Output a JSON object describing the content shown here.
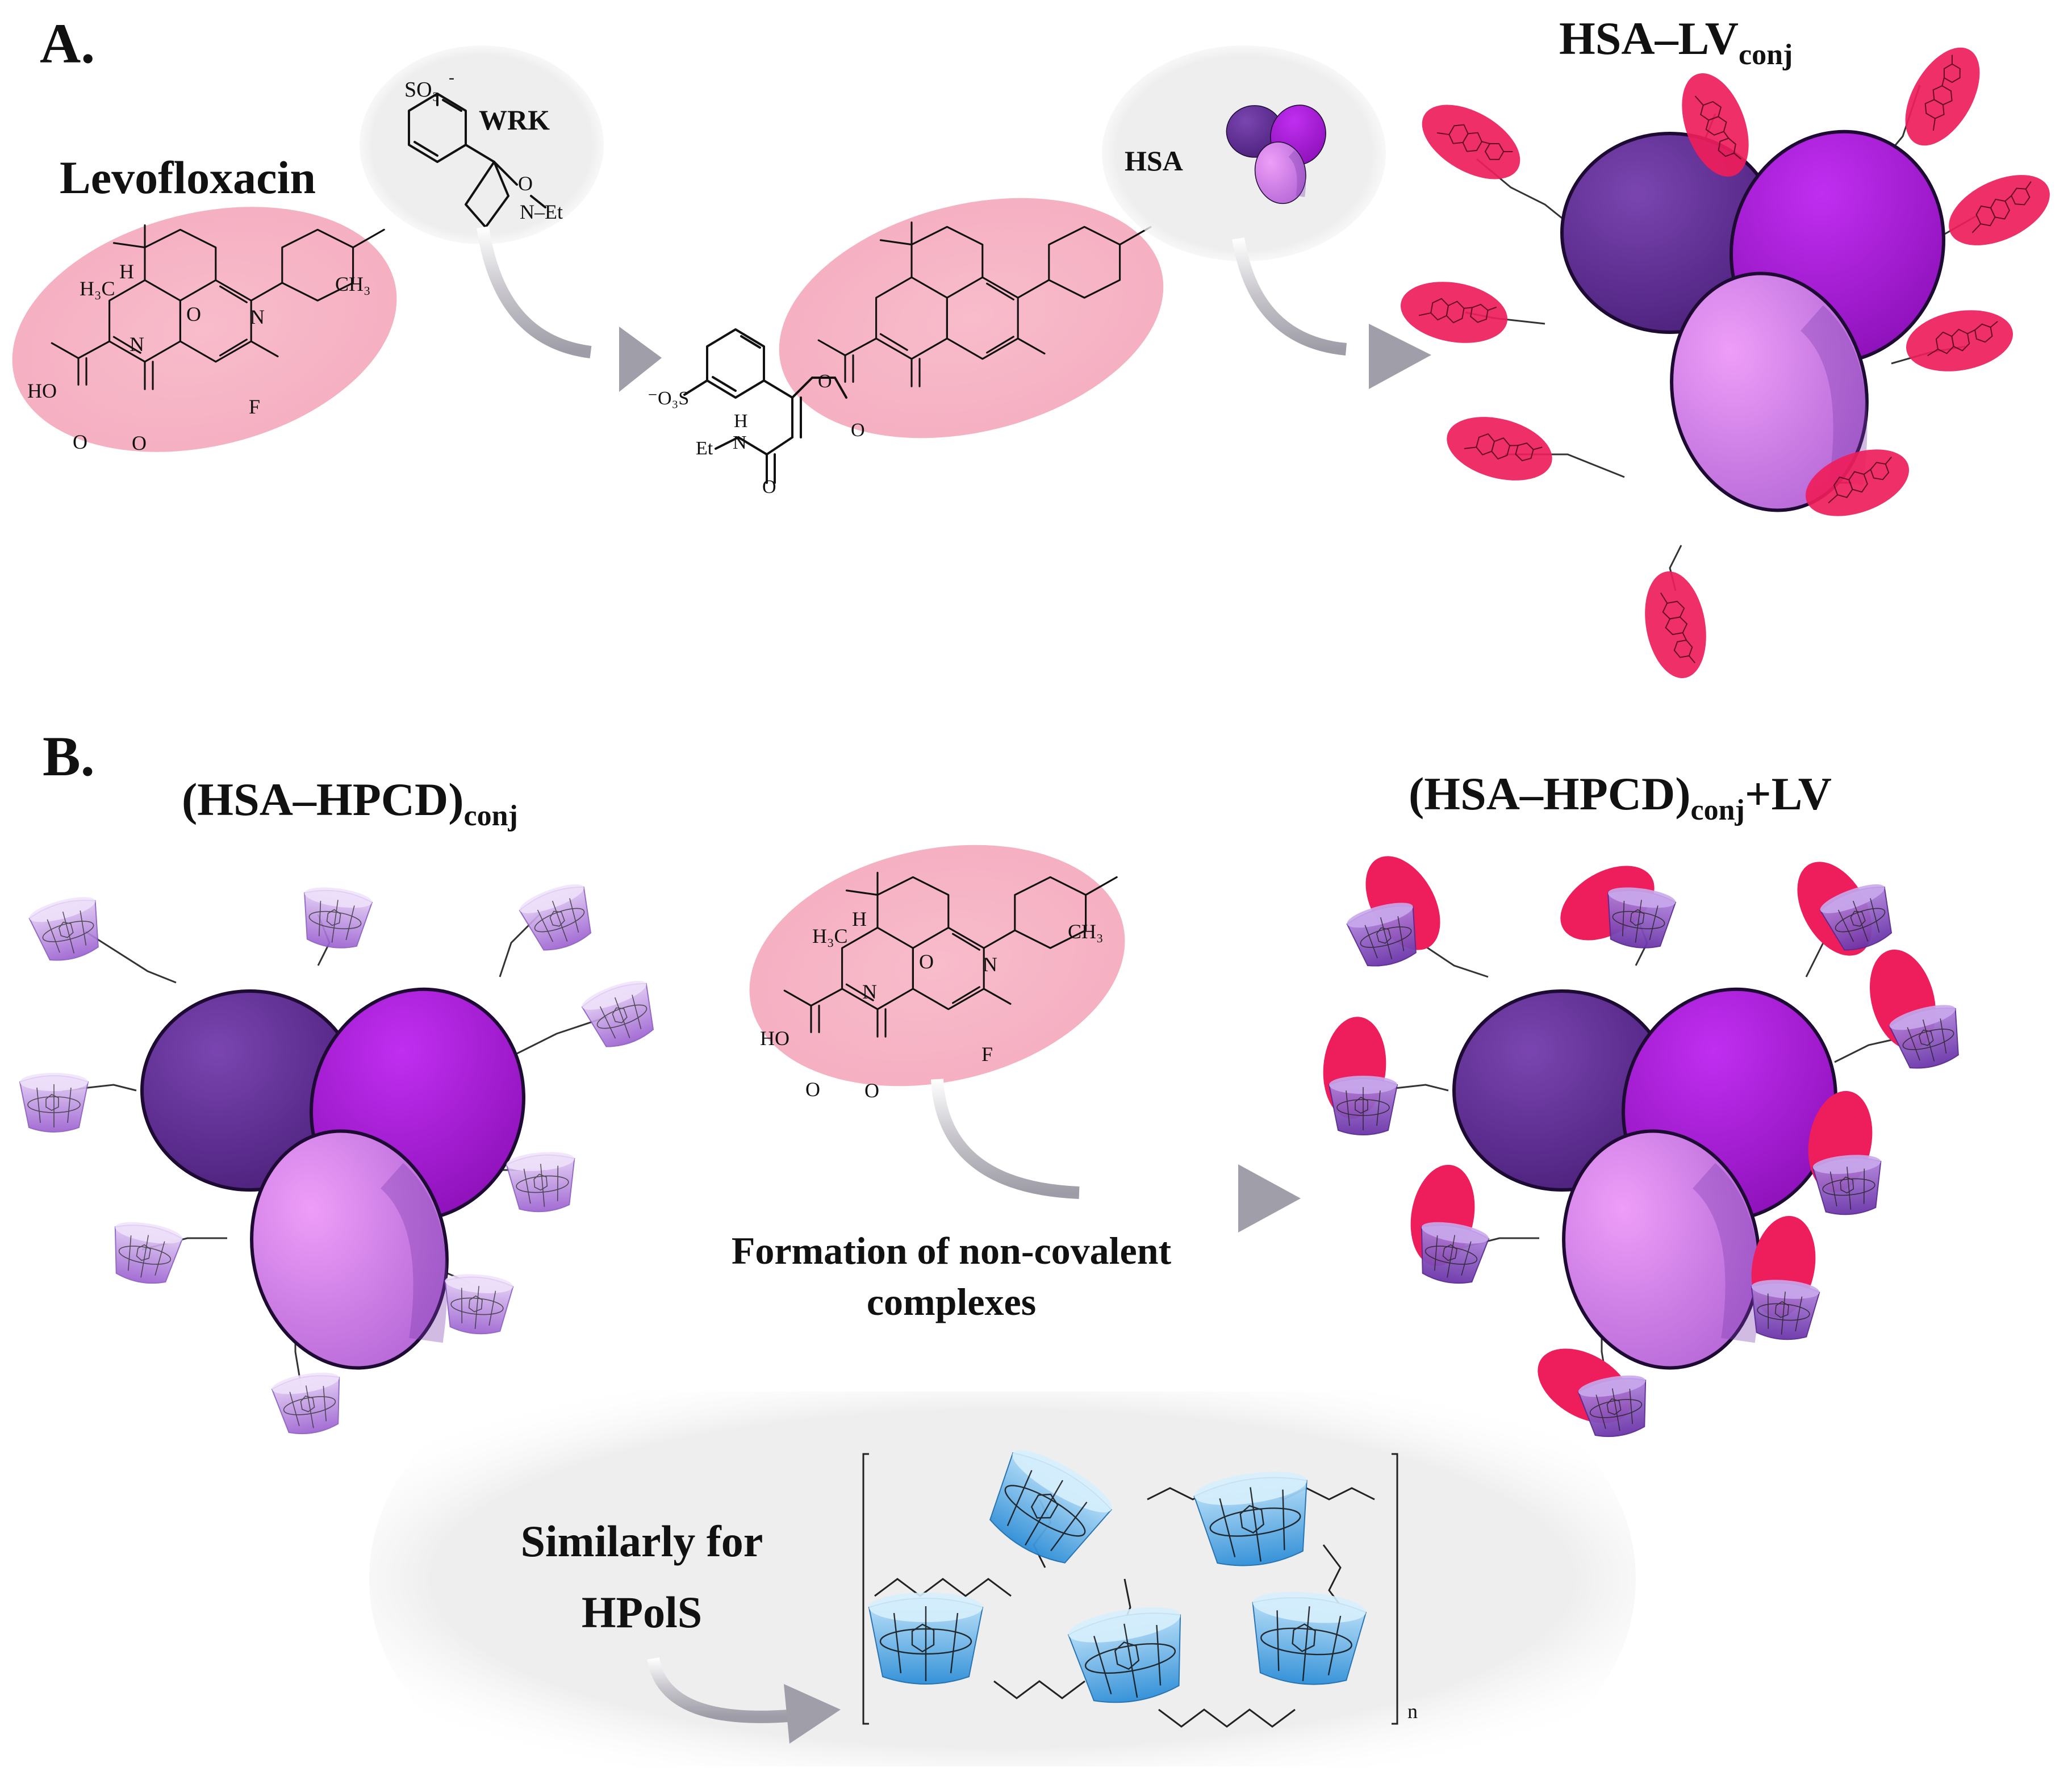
{
  "panel_a": {
    "letter": "A.",
    "drug_title": "Levofloxacin",
    "reagent_label": "WRK",
    "reagent_so3": "SO₃",
    "reagent_charge": "-",
    "reagent_net": "N–Et",
    "reagent_o": "O",
    "protein_label": "HSA",
    "product_main": "HSA–LV",
    "product_sub": "conj"
  },
  "panel_b": {
    "letter": "B.",
    "left_main": "(HSA–HPCD)",
    "left_sub": "conj",
    "right_main": "(HSA–HPCD)",
    "right_sub": "conj",
    "right_suffix": "+LV",
    "arrow_line1": "Formation of non-covalent",
    "arrow_line2": "complexes",
    "similar_line1": "Similarly for",
    "similar_line2": "HPolS",
    "polymer_n": "n"
  },
  "levofloxacin_atoms": {
    "h3c": "H₃C",
    "h": "H",
    "o": "O",
    "n_ring": "N",
    "n_pip": "N",
    "ch3": "CH₃",
    "ho": "HO",
    "f": "F",
    "o_acid": "O",
    "o_keto": "O"
  },
  "intermediate_atoms": {
    "o3s": "⁻O₃S",
    "nh": "H",
    "n": "N",
    "et": "Et",
    "o_amide": "O",
    "o_ester": "O",
    "o_ester2": "O"
  },
  "colors": {
    "drug_highlight": "#f6b6c6",
    "drug_blob": "#ee1d5b",
    "lobe_dark": "#5a2d8c",
    "lobe_magenta": "#a814d6",
    "lobe_light": "#d88cf0",
    "cyclodextrin_purple": "#b07ad8",
    "cyclodextrin_blue": "#3a9de0",
    "arrow_gray": "#a8a6b0",
    "bubble_gray": "#ececec"
  }
}
